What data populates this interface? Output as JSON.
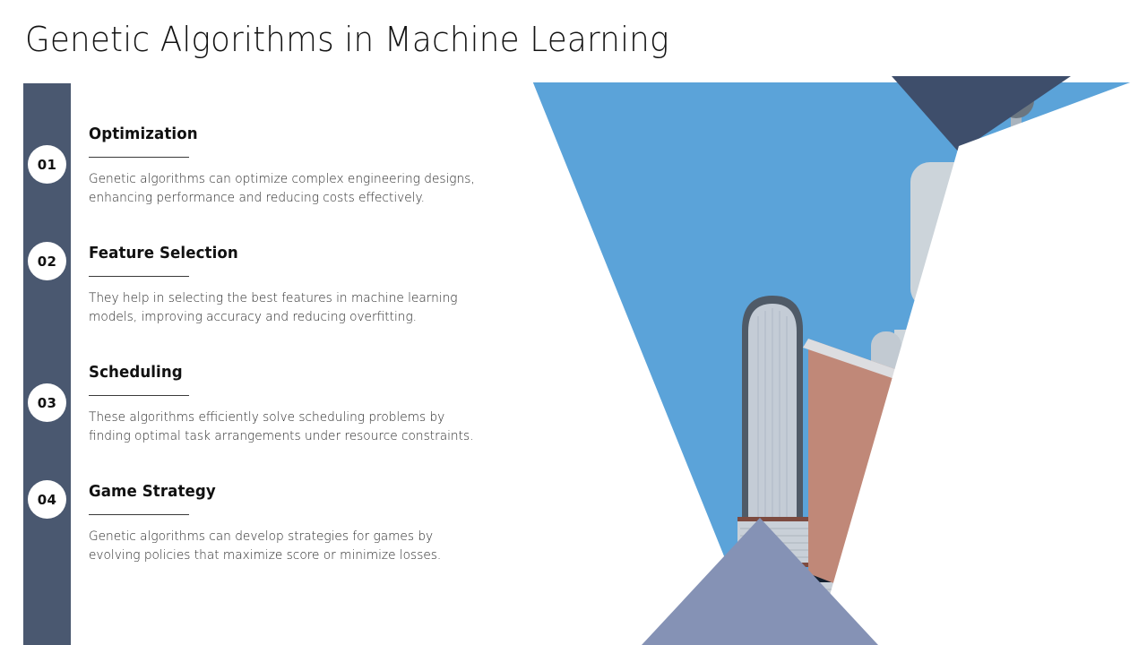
{
  "slide": {
    "title": "Genetic Algorithms in Machine Learning"
  },
  "colors": {
    "rail": "#4a5870",
    "badge_bg": "#ffffff",
    "badge_text": "#111111",
    "heading": "#111111",
    "body_text": "#2a2a2a",
    "rule": "#3a3a3a",
    "art_blue": "#5ba3d9",
    "art_navy_triangle": "#3e4e6b",
    "art_gray_blue_triangle": "#8592b5",
    "art_book_rose": "#c08878",
    "art_robot_light": "#ccd4da",
    "art_robot_dark": "#5c6670",
    "art_dark": "#14202e",
    "art_book_brown": "#7d4b40",
    "background": "#ffffff"
  },
  "items": [
    {
      "number": "01",
      "heading": "Optimization",
      "description": "Genetic algorithms can optimize complex engineering designs, enhancing performance and reducing costs effectively."
    },
    {
      "number": "02",
      "heading": "Feature Selection",
      "description": "They help in selecting the best features in machine learning models, improving accuracy and reducing overfitting."
    },
    {
      "number": "03",
      "heading": "Scheduling",
      "description": "These algorithms efficiently solve scheduling problems by finding optimal task arrangements under resource constraints."
    },
    {
      "number": "04",
      "heading": "Game Strategy",
      "description": "Genetic algorithms can develop strategies for games by evolving policies that maximize score or minimize losses."
    }
  ],
  "illustration": {
    "alt": "robot-reading-book-illustration"
  }
}
